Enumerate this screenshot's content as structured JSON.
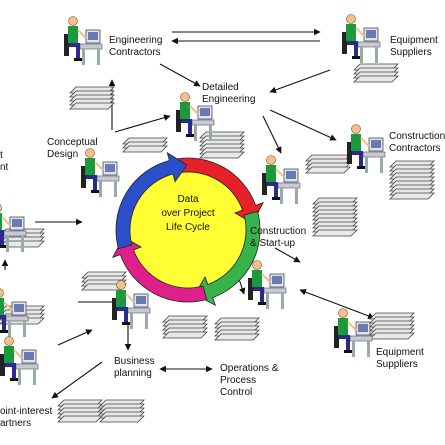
{
  "center": {
    "line1": "Data",
    "line2": "over Project",
    "line3": "Life Cycle"
  },
  "nodes": {
    "engineering_contractors": "Engineering\nContractors",
    "equipment_suppliers_top": "Equipment\nSuppliers",
    "detailed_engineering": "Detailed\nEngineering",
    "conceptual_design": "Conceptual\nDesign",
    "construction_contractors": "Construction\nContractors",
    "construction_startup": "Construction\n& Start-up",
    "left_partial": "t\nnt",
    "equipment_suppliers_bottom": "Equipment\nSuppliers",
    "business_planning": "Business\nplanning",
    "operations_process_control": "Operations &\nProcess\nControl",
    "joint_interest_partners": "oint-interest\nartners"
  },
  "colors": {
    "ring_red": "#e8202a",
    "ring_green": "#38b24a",
    "ring_blue": "#2a4fc8",
    "ring_magenta": "#e0208a",
    "center_fill": "#ffff33",
    "worker_shirt": "#1a9a3a",
    "worker_pants": "#2a2a8a"
  }
}
